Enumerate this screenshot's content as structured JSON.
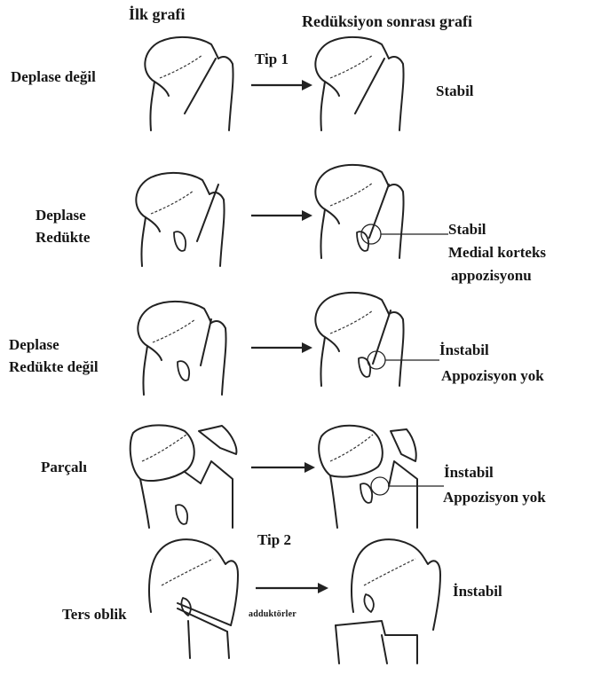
{
  "headers": {
    "initial": "İlk grafi",
    "post_reduction": "Redüksiyon sonrası grafi"
  },
  "types": {
    "tip1": "Tip 1",
    "tip2": "Tip 2"
  },
  "rows": [
    {
      "left": [
        "Deplase değil"
      ],
      "right": [
        "Stabil"
      ]
    },
    {
      "left": [
        "Deplase",
        "Redükte"
      ],
      "right": [
        "Stabil",
        "Medial korteks",
        "appozisyonu"
      ]
    },
    {
      "left": [
        "Deplase",
        "Redükte değil"
      ],
      "right": [
        "İnstabil",
        "Appozisyon yok"
      ]
    },
    {
      "left": [
        "Parçalı"
      ],
      "right": [
        "İnstabil",
        "Appozisyon yok"
      ]
    },
    {
      "left": [
        "Ters oblik"
      ],
      "right": [
        "İnstabil"
      ]
    }
  ],
  "arrow_note": "adduktörler"
}
